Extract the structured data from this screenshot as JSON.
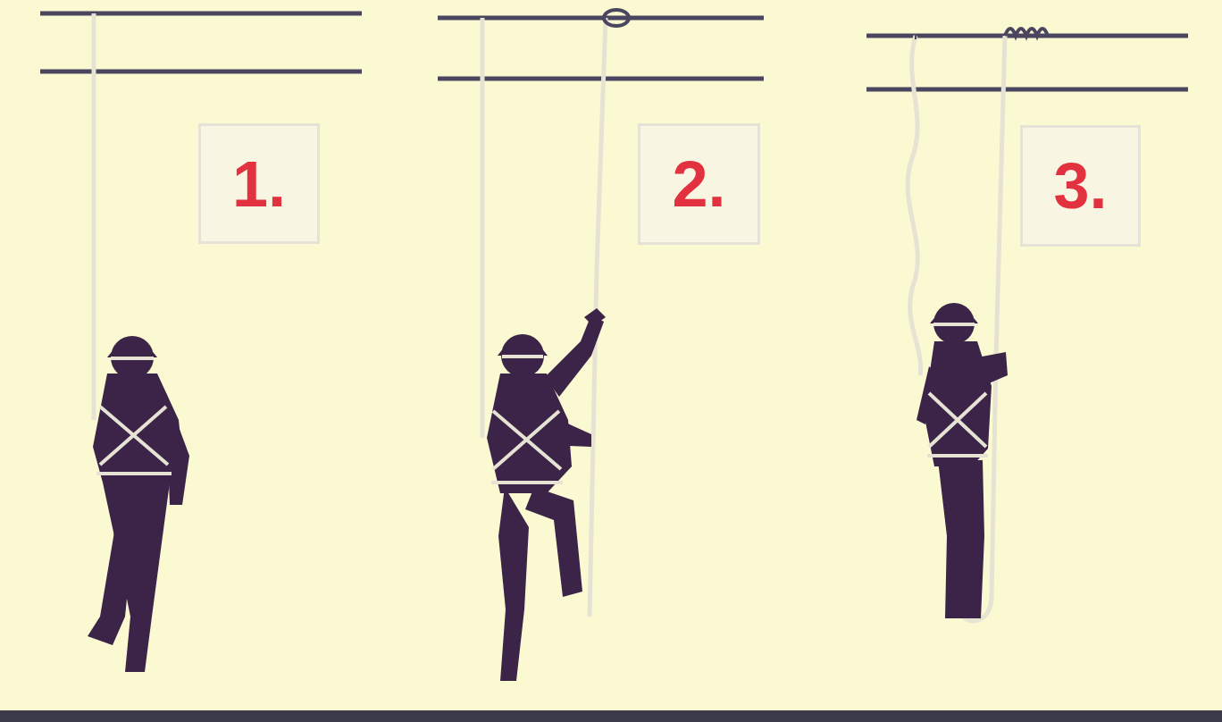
{
  "diagram": {
    "nodes": [
      {
        "text": [
          "1."
        ]
      },
      {
        "text": [
          "2."
        ]
      },
      {
        "text": [
          "3."
        ]
      }
    ]
  }
}
